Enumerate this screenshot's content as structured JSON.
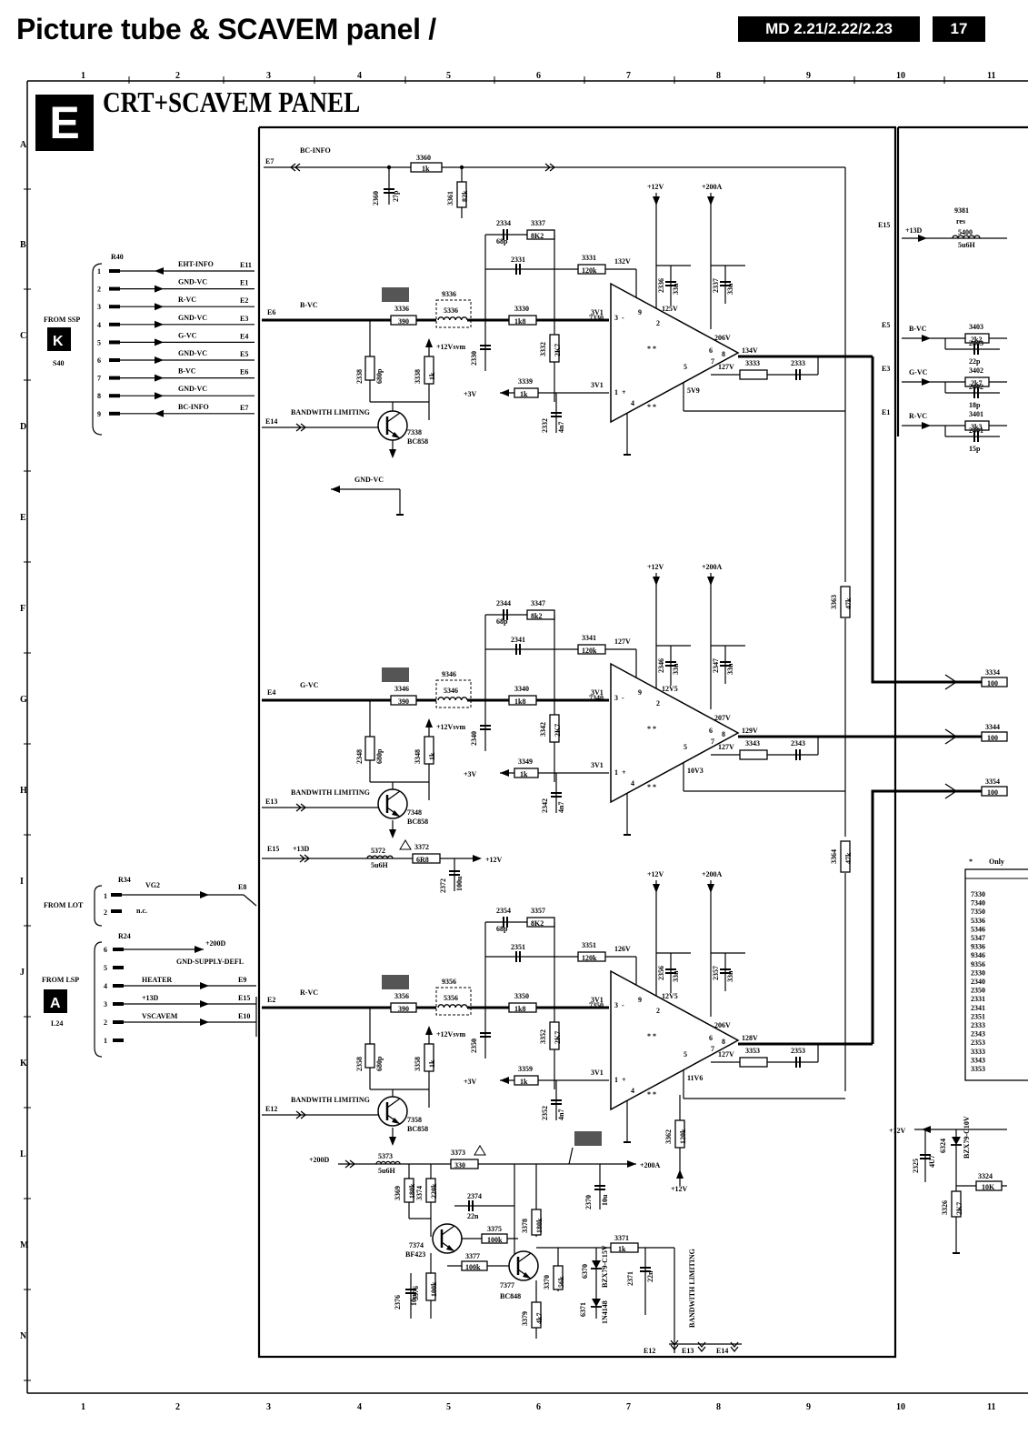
{
  "header": {
    "title": "Picture tube & SCAVEM panel /",
    "model": "MD 2.21/2.22/2.23",
    "page": "17"
  },
  "panel": {
    "letter": "E",
    "title": "CRT+SCAVEM PANEL"
  },
  "grid": {
    "cols": [
      "1",
      "2",
      "3",
      "4",
      "5",
      "6",
      "7",
      "8",
      "9",
      "10",
      "11"
    ],
    "rows": [
      "A",
      "B",
      "C",
      "D",
      "E",
      "F",
      "G",
      "H",
      "I",
      "J",
      "K",
      "L",
      "M",
      "N"
    ]
  },
  "connectors": {
    "ssp": {
      "from": "FROM SSP",
      "letter": "K",
      "id": "S40",
      "ref": "R40",
      "pins": [
        {
          "n": "1",
          "sig": "EHT-INFO",
          "e": "E11"
        },
        {
          "n": "2",
          "sig": "GND-VC",
          "e": "E1"
        },
        {
          "n": "3",
          "sig": "R-VC",
          "e": "E2"
        },
        {
          "n": "4",
          "sig": "GND-VC",
          "e": "E3"
        },
        {
          "n": "5",
          "sig": "G-VC",
          "e": "E4"
        },
        {
          "n": "6",
          "sig": "GND-VC",
          "e": "E5"
        },
        {
          "n": "7",
          "sig": "B-VC",
          "e": "E6"
        },
        {
          "n": "8",
          "sig": "GND-VC",
          "e": ""
        },
        {
          "n": "9",
          "sig": "BC-INFO",
          "e": "E7"
        }
      ]
    },
    "lot": {
      "from": "FROM LOT",
      "ref": "R34",
      "pin1": "1",
      "pin2": "2",
      "sig1": "VG2",
      "sig2": "n.c.",
      "e": "E8"
    },
    "lsp": {
      "from": "FROM LSP",
      "letter": "A",
      "id": "L24",
      "ref": "R24",
      "pins": [
        {
          "n": "6",
          "sig": "+200D",
          "e": ""
        },
        {
          "n": "5",
          "sig": "GND-SUPPLY-DEFL",
          "e": ""
        },
        {
          "n": "4",
          "sig": "HEATER",
          "e": "E9"
        },
        {
          "n": "3",
          "sig": "+13D",
          "e": "E15"
        },
        {
          "n": "2",
          "sig": "VSCAVEM",
          "e": "E10"
        },
        {
          "n": "1",
          "sig": "",
          "e": ""
        }
      ]
    }
  },
  "channels": [
    {
      "color": "B",
      "input": "E6",
      "signal": "B-VC",
      "ic": "7330",
      "r_in": "3336",
      "r_in_val": "390",
      "coil": "9336",
      "coil2": "5336",
      "r_series": "3330",
      "r_series_val": "1k8",
      "r_fb": "3331",
      "r_fb_val": "120k",
      "c_fb": "2331",
      "c_68": "2334",
      "c_68_val": "68p",
      "r_8k2": "3337",
      "r_8k2_val": "8K2",
      "c_in": "2338",
      "c_in_val": "680p",
      "r_1k": "3338",
      "r_1k_val": "1k",
      "c_2330": "2330",
      "r_2k7": "3332",
      "r_2k7_val": "2K7",
      "r_ref": "3339",
      "r_ref_val": "1k",
      "c_4n7": "2332",
      "c_4n7_val": "4n7",
      "c1": "2336",
      "c1_val": "33n",
      "c2": "2337",
      "c2_val": "33n",
      "out_r": "3333",
      "out_c": "2333",
      "tr": "7338",
      "tr_type": "BC858",
      "v_out": "134V",
      "v_fb": "132V",
      "v_200": "206V",
      "v_125": "125V",
      "v_127": "127V",
      "v_5v": "5V9",
      "bw": "BANDWITH LIMITING",
      "bw_e": "E14"
    },
    {
      "color": "G",
      "input": "E4",
      "signal": "G-VC",
      "ic": "7340",
      "r_in": "3346",
      "r_in_val": "390",
      "coil": "9346",
      "coil2": "5346",
      "r_series": "3340",
      "r_series_val": "1k8",
      "r_fb": "3341",
      "r_fb_val": "120k",
      "c_fb": "2341",
      "c_68": "2344",
      "c_68_val": "68p",
      "r_8k2": "3347",
      "r_8k2_val": "8k2",
      "c_in": "2348",
      "c_in_val": "680p",
      "r_1k": "3348",
      "r_1k_val": "1k",
      "c_2330": "2340",
      "r_2k7": "3342",
      "r_2k7_val": "2K7",
      "r_ref": "3349",
      "r_ref_val": "1k",
      "c_4n7": "2342",
      "c_4n7_val": "4n7",
      "c1": "2346",
      "c1_val": "33n",
      "c2": "2347",
      "c2_val": "33n",
      "out_r": "3343",
      "out_c": "2343",
      "tr": "7348",
      "tr_type": "BC858",
      "v_out": "129V",
      "v_fb": "127V",
      "v_200": "207V",
      "v_125": "12V5",
      "v_127": "127V",
      "v_5v": "10V3",
      "bw": "BANDWITH LIMITING",
      "bw_e": "E13"
    },
    {
      "color": "R",
      "input": "E2",
      "signal": "R-VC",
      "ic": "7350",
      "r_in": "3356",
      "r_in_val": "390",
      "coil": "9356",
      "coil2": "5356",
      "r_series": "3350",
      "r_series_val": "1k8",
      "r_fb": "3351",
      "r_fb_val": "120k",
      "c_fb": "2351",
      "c_68": "2354",
      "c_68_val": "68p",
      "r_8k2": "3357",
      "r_8k2_val": "8K2",
      "c_in": "2358",
      "c_in_val": "680p",
      "r_1k": "3358",
      "r_1k_val": "1k",
      "c_2330": "2350",
      "r_2k7": "3352",
      "r_2k7_val": "2K7",
      "r_ref": "3359",
      "r_ref_val": "1k",
      "c_4n7": "2352",
      "c_4n7_val": "4n7",
      "c1": "2356",
      "c1_val": "33n",
      "c2": "2357",
      "c2_val": "33n",
      "out_r": "3353",
      "out_c": "2353",
      "tr": "7358",
      "tr_type": "BC858",
      "v_out": "128V",
      "v_fb": "126V",
      "v_200": "206V",
      "v_125": "12V5",
      "v_127": "127V",
      "v_5v": "11V6",
      "bw": "BANDWITH LIMITING",
      "bw_e": "E12"
    }
  ],
  "rails": {
    "p12": "+12V",
    "p200a": "+200A",
    "p3": "+3V",
    "p12svm": "+12Vsvm",
    "v3v1": "3V1",
    "gnd": "GND-VC",
    "p13d": "+13D",
    "p200d": "+200D"
  },
  "misc": {
    "bc_info": "BC-INFO",
    "e7": "E7",
    "r3360": "3360",
    "r3360_val": "1k",
    "c2360": "2360",
    "c2360_val": "27p",
    "r3361": "3361",
    "r3361_val": "82k",
    "e15": "E15",
    "p13d": "+13D",
    "l5372": "5372",
    "l5372_val": "5u6H",
    "r3372": "3372",
    "r3372_val": "6R8",
    "c2372": "2372",
    "c2372_val": "100u",
    "r3363": "3363",
    "r3363_val": "47k",
    "r3364": "3364",
    "r3364_val": "47k",
    "r3362": "3362",
    "r3362_val": "120k",
    "l5373": "5373",
    "l5373_val": "5u6H",
    "r3373": "3373",
    "r3373_val": "330",
    "c2370": "2370",
    "c2370_val": "10u",
    "r3369": "3369",
    "r3369_val": "180k",
    "r3374": "3374",
    "r3374_val": "220k",
    "c2374": "2374",
    "c2374_val": "22n",
    "r3375": "3375",
    "r3375_val": "100k",
    "r3378": "3378",
    "r3378_val": "180k",
    "tr7374": "7374",
    "tr7374_type": "BF423",
    "r3377": "3377",
    "r3377_val": "100k",
    "tr7377": "7377",
    "tr7377_type": "BC848",
    "r3376": "3376",
    "r3376_val": "100k",
    "c2376": "2376",
    "c2376_val": "10u",
    "r3370": "3370",
    "r3370_val": "56k",
    "r3379": "3379",
    "r3379_val": "4k7",
    "r3371": "3371",
    "r3371_val": "1k",
    "d6370": "6370",
    "d6370_type": "BZX79-C15V",
    "d6371": "6371",
    "d6371_type": "1N4148",
    "c2371": "2371",
    "c2371_val": "22n",
    "bw_bottom": "BANDWITH LIMITING",
    "e12": "E12",
    "e13": "E13",
    "e14": "E14"
  },
  "right": {
    "e15": "E15",
    "p13d": "+13D",
    "r9381": "9381",
    "r9381_val": "res",
    "l5400": "5400",
    "l5400_val": "5u6H",
    "e5": "E5",
    "bvc": "B-VC",
    "r3403": "3403",
    "r3403_val": "2k2",
    "c2403": "2403",
    "c2403_val": "22p",
    "e3": "E3",
    "gvc": "G-VC",
    "r3402": "3402",
    "r3402_val": "2k7",
    "c2402": "2402",
    "c2402_val": "18p",
    "e1": "E1",
    "rvc": "R-VC",
    "r3401": "3401",
    "r3401_val": "3k3",
    "c2401": "2401",
    "c2401_val": "15p",
    "r3334": "3334",
    "r3334_val": "100",
    "r3344": "3344",
    "r3344_val": "100",
    "r3354": "3354",
    "r3354_val": "100",
    "note_star": "*",
    "note_only": "Only",
    "table": [
      "7330",
      "7340",
      "7350",
      "5336",
      "5346",
      "5347",
      "9336",
      "9346",
      "9356",
      "2330",
      "2340",
      "2350",
      "2331",
      "2341",
      "2351",
      "2333",
      "2343",
      "2353",
      "3333",
      "3343",
      "3353"
    ],
    "p12": "+12V",
    "c2325": "2325",
    "c2325_val": "4U7",
    "d6324": "6324",
    "d6324_type": "BZX79-C10V",
    "r3326": "3326",
    "r3326_val": "2K7",
    "r3324": "3324",
    "r3324_val": "10K"
  }
}
